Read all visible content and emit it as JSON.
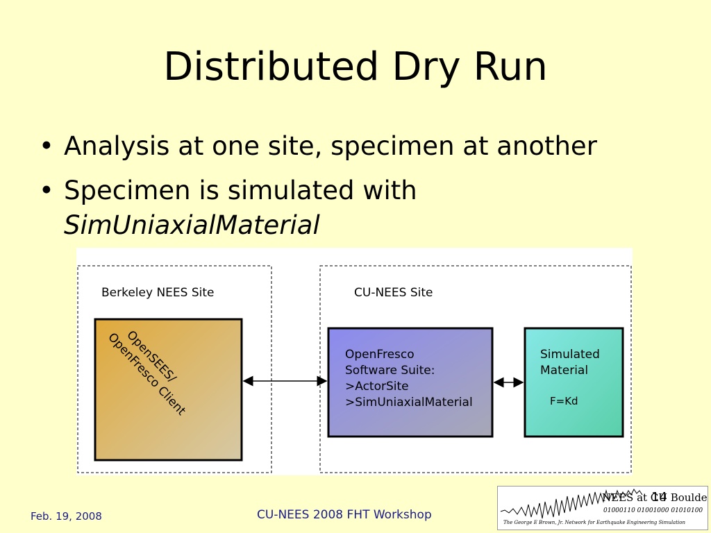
{
  "title": "Distributed Dry Run",
  "bullets": [
    {
      "text": "Analysis at one site, specimen at another"
    },
    {
      "text": "Specimen is simulated with",
      "text_italic": "SimUniaxialMaterial"
    }
  ],
  "diagram": {
    "left_site_label": "Berkeley NEES Site",
    "right_site_label": "CU-NEES Site",
    "client_box": {
      "line1": "OpenSEES/",
      "line2": "OpenFresco Client"
    },
    "suite_box": {
      "line1": "OpenFresco",
      "line2": "Software Suite:",
      "line3": ">ActorSite",
      "line4": ">SimUniaxialMaterial"
    },
    "material_box": {
      "line1": "Simulated",
      "line2": "Material",
      "formula": "F=Kd"
    }
  },
  "footer": {
    "date": "Feb. 19,  2008",
    "title": "CU-NEES 2008 FHT Workshop",
    "slide_number": "14"
  },
  "logo": {
    "title": "NEES at CU Boulder",
    "binary": "01000110  01001000  01010100",
    "subtitle": "The George E Brown, Jr. Network for Earthquake Engineering Simulation"
  },
  "colors": {
    "background": "#ffffcc",
    "footer_text": "#1a1a8a"
  }
}
